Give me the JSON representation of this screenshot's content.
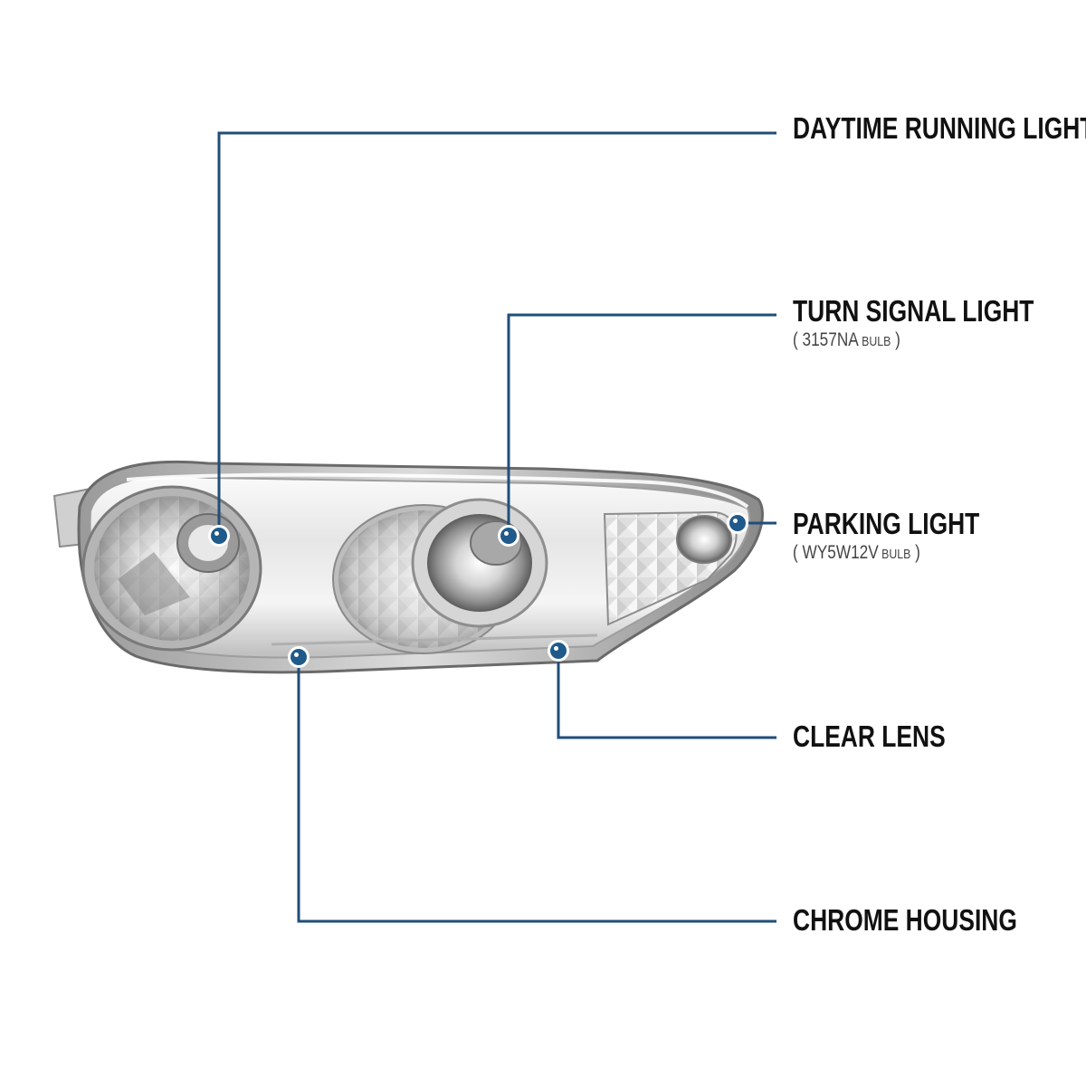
{
  "colors": {
    "leader_line": "#1f4e79",
    "dot_fill": "#1f5a8a",
    "chrome_light": "#f2f2f2",
    "chrome_mid": "#c9c9c9",
    "chrome_dark": "#7a7a7a"
  },
  "callouts": {
    "drl": {
      "title": "DAYTIME RUNNING LIGHT"
    },
    "turn": {
      "title": "TURN SIGNAL LIGHT",
      "sub_open": "( ",
      "sub_code": "3157NA",
      "sub_unit": " BULB",
      "sub_close": " )"
    },
    "parking": {
      "title": "PARKING LIGHT",
      "sub_open": "( ",
      "sub_code": "WY5W12V",
      "sub_unit": " BULB",
      "sub_close": " )"
    },
    "lens": {
      "title": "CLEAR LENS"
    },
    "housing": {
      "title": "CHROME HOUSING"
    }
  },
  "product_image": {
    "subject": "chrome-headlight-assembly"
  }
}
